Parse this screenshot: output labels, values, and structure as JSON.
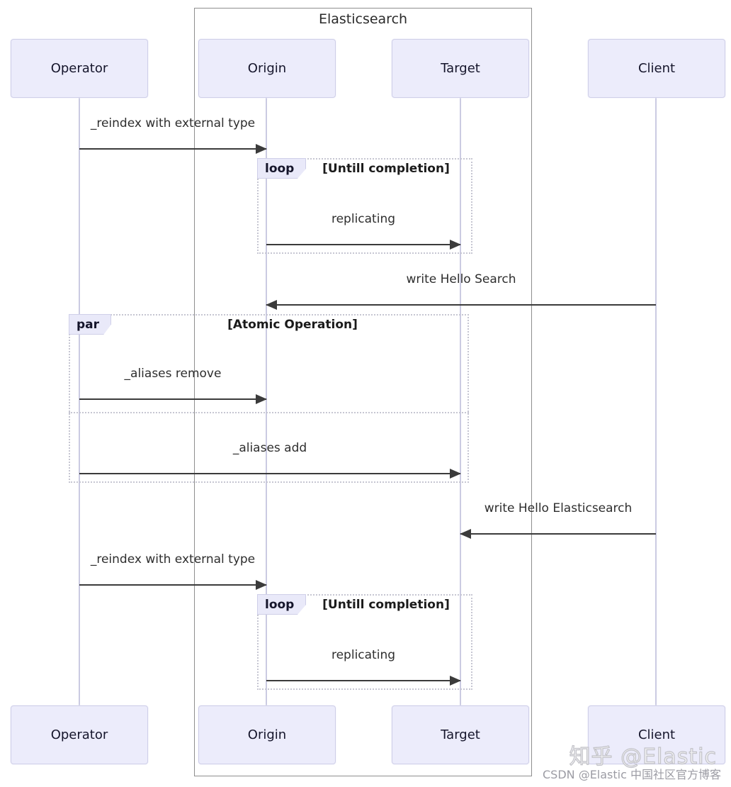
{
  "diagram": {
    "group": {
      "title": "Elasticsearch"
    },
    "participants": [
      {
        "name": "Operator"
      },
      {
        "name": "Origin"
      },
      {
        "name": "Target"
      },
      {
        "name": "Client"
      }
    ],
    "messages": [
      {
        "label": "_reindex with external type",
        "from": "Operator",
        "to": "Origin"
      },
      {
        "label": "replicating",
        "from": "Origin",
        "to": "Target"
      },
      {
        "label": "write Hello Search",
        "from": "Client",
        "to": "Origin"
      },
      {
        "label": "_aliases remove",
        "from": "Operator",
        "to": "Origin"
      },
      {
        "label": "_aliases add",
        "from": "Operator",
        "to": "Target"
      },
      {
        "label": "write Hello Elasticsearch",
        "from": "Client",
        "to": "Target"
      },
      {
        "label": "_reindex with external type",
        "from": "Operator",
        "to": "Origin"
      },
      {
        "label": "replicating",
        "from": "Origin",
        "to": "Target"
      }
    ],
    "fragments": {
      "loop1": {
        "label": "loop",
        "condition": "[Untill completion]"
      },
      "par": {
        "label": "par",
        "condition": "[Atomic Operation]"
      },
      "loop2": {
        "label": "loop",
        "condition": "[Untill completion]"
      }
    },
    "colors": {
      "actor_fill": "#ECECFB",
      "actor_border": "#CFCFE8",
      "actor_text": "#15152B",
      "lifeline": "#CBCBE2",
      "frame_border": "#8E8E8E",
      "fragment_border": "#C6C6D2",
      "fragment_label_fill": "#E9E9F9",
      "arrow": "#3B3B3B",
      "text": "#2E2E2E",
      "watermark_gray": "#9C9CA4"
    }
  },
  "watermarks": {
    "zhihu": "知乎 @Elastic",
    "csdn": "CSDN @Elastic 中国社区官方博客"
  }
}
